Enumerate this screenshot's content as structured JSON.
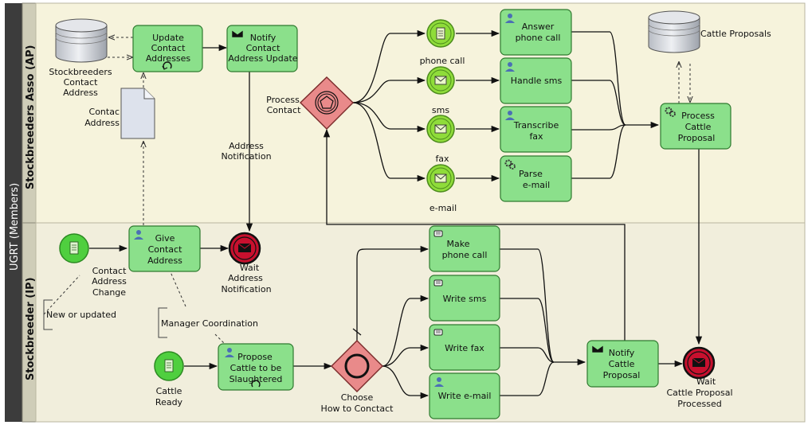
{
  "pool": {
    "label": "UGRT (Members)"
  },
  "lanes": [
    {
      "label": "Stockbreeders Asso (AP)"
    },
    {
      "label": "Stockbreeder (IP)"
    }
  ],
  "tasks": [
    {
      "id": "update-contact-addresses",
      "icon": "loop-icon",
      "lines": [
        "Update",
        "Contact",
        "Addresses"
      ]
    },
    {
      "id": "notify-contact-address-update",
      "icon": "send-message-icon",
      "lines": [
        "Notify",
        "Contact",
        "Address Update"
      ]
    },
    {
      "id": "answer-phone-call",
      "icon": "user-icon",
      "lines": [
        "Answer",
        "phone call"
      ]
    },
    {
      "id": "handle-sms",
      "icon": "user-icon",
      "lines": [
        "Handle sms"
      ]
    },
    {
      "id": "transcribe-fax",
      "icon": "user-icon",
      "lines": [
        "Transcribe",
        "fax"
      ]
    },
    {
      "id": "parse-email",
      "icon": "service-gear-icon",
      "lines": [
        "Parse",
        "e-mail"
      ]
    },
    {
      "id": "process-cattle-proposal",
      "icon": "service-gear-icon",
      "lines": [
        "Process",
        "Cattle",
        "Proposal"
      ]
    },
    {
      "id": "give-contact-address",
      "icon": "user-icon",
      "lines": [
        "Give",
        "Contact",
        "Address"
      ]
    },
    {
      "id": "make-phone-call",
      "icon": "manual-hand-icon",
      "lines": [
        "Make",
        "phone call"
      ]
    },
    {
      "id": "write-sms",
      "icon": "manual-hand-icon",
      "lines": [
        "Write sms"
      ]
    },
    {
      "id": "write-fax",
      "icon": "manual-hand-icon",
      "lines": [
        "Write fax"
      ]
    },
    {
      "id": "write-email",
      "icon": "user-icon",
      "lines": [
        "Write e-mail"
      ]
    },
    {
      "id": "propose-cattle",
      "icon": "user-loop-icon",
      "lines": [
        "Propose",
        "Cattle to be",
        "Slaughtered"
      ]
    },
    {
      "id": "notify-cattle-proposal",
      "icon": "send-message-icon",
      "lines": [
        "Notify",
        "Cattle",
        "Proposal"
      ]
    }
  ],
  "events": [
    {
      "id": "phone-call-event",
      "icon": "signal-doc-icon"
    },
    {
      "id": "sms-event",
      "icon": "message-icon",
      "lines": [
        "phone call"
      ]
    },
    {
      "id": "fax-event",
      "icon": "message-icon",
      "lines": [
        "sms"
      ]
    },
    {
      "id": "email-event",
      "icon": "message-icon",
      "lines": [
        "fax"
      ],
      "lines2": [
        "e-mail"
      ]
    },
    {
      "id": "contact-address-change-event",
      "icon": "conditional-doc-icon",
      "lines": [
        "Contact",
        "Address",
        "Change"
      ]
    },
    {
      "id": "cattle-ready-event",
      "icon": "conditional-doc-icon",
      "lines": [
        "Cattle",
        "Ready"
      ]
    },
    {
      "id": "wait-address-notification-event",
      "icon": "message-icon",
      "lines": [
        "Wait",
        "Address",
        "Notification"
      ]
    },
    {
      "id": "wait-cattle-proposal-event",
      "icon": "message-icon",
      "lines": [
        "Wait",
        "Cattle Proposal",
        "Processed"
      ]
    }
  ],
  "gateways": [
    {
      "id": "process-contact-gateway",
      "icon": "pentagon-icon",
      "lines": [
        "Process",
        "Contact"
      ]
    },
    {
      "id": "choose-contact-gateway",
      "icon": "circle-icon",
      "lines": [
        "Choose",
        "How to Conctact"
      ]
    }
  ],
  "data_stores": [
    {
      "id": "stockbreeders-contact-address-store",
      "lines": [
        "Stockbreeders",
        "Contact",
        "Address"
      ]
    },
    {
      "id": "cattle-proposals-store",
      "lines": [
        "Cattle Proposals"
      ]
    }
  ],
  "data_objects": [
    {
      "id": "contact-address-doc",
      "lines": [
        "Contac",
        "Address"
      ]
    }
  ],
  "flow_labels": [
    {
      "id": "address-notification-label",
      "lines": [
        "Address",
        "Notification"
      ]
    }
  ],
  "annotations": [
    {
      "id": "new-or-updated-annotation",
      "text": "New or updated"
    },
    {
      "id": "manager-coordination-annotation",
      "text": "Manager Coordination"
    }
  ],
  "colors": {
    "pool_header": "#3c3c3c",
    "lane_top": "#f6f3dc",
    "lane_bottom": "#f1eedc",
    "lane_header": "#cfcdb8",
    "task_fill": "#8be08b",
    "event_fill": "#8fdc3a",
    "start_event_fill": "#4fcf3f",
    "end_event_fill": "#c8102e",
    "gateway_fill": "#e98a8a"
  }
}
